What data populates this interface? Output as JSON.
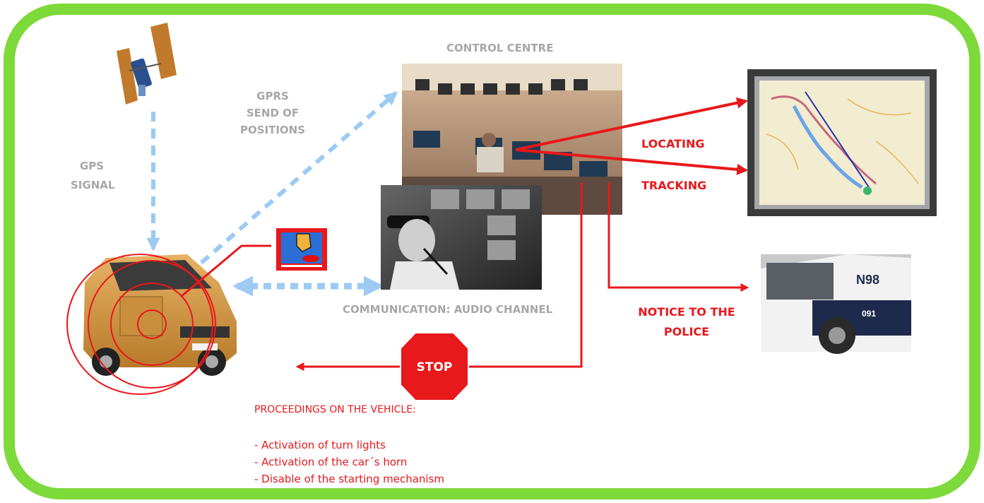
{
  "colors": {
    "frame_green": "#7ed93a",
    "flow_red": "#e8181b",
    "signal_blue": "#9ccaf2",
    "label_gray": "#a7a7a7"
  },
  "labels": {
    "gps": "GPS\nSIGNAL",
    "gprs": "GPRS\nSEND OF\nPOSITIONS",
    "control_centre": "CONTROL CENTRE",
    "locating": "LOCATING",
    "tracking": "TRACKING",
    "police": "NOTICE TO THE\nPOLICE",
    "audio": "COMMUNICATION: AUDIO CHANNEL",
    "stop": "STOP"
  },
  "images": {
    "satellite": "satellite-icon",
    "van": "van-image",
    "panic_button": "panic-button-icon",
    "control_room": "control-room-photo",
    "operator": "operator-photo",
    "map": "map-screen-image",
    "police_car": "police-car-photo",
    "police_car_plate": "N98",
    "police_car_number": "091"
  },
  "proceedings": {
    "title": "PROCEEDINGS ON THE VEHICLE:",
    "items": [
      "- Activation of turn lights",
      "- Activation of the car´s horn",
      "- Disable of the starting mechanism"
    ]
  }
}
